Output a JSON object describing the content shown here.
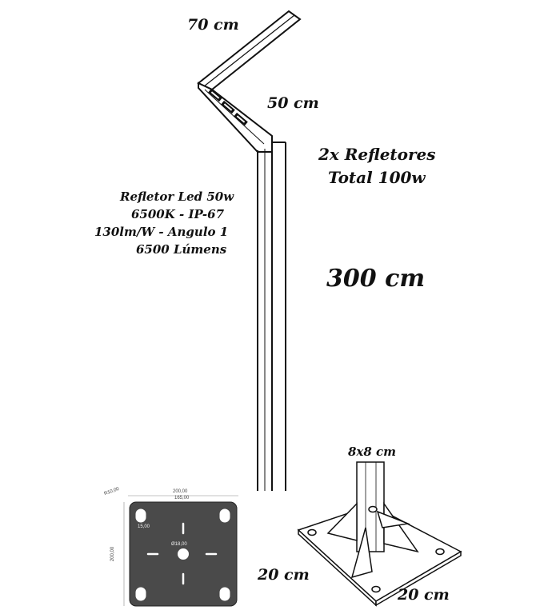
{
  "dimensions": {
    "arm_top": "70 cm",
    "arm_lower": "50 cm",
    "height": "300 cm",
    "tube": "8x8 cm",
    "base_width": "20 cm",
    "base_depth": "20 cm"
  },
  "reflectors": {
    "line1": "2x Refletores",
    "line2": "Total 100w"
  },
  "spec": {
    "line1": "Refletor Led 50w",
    "line2": "6500K - IP-67",
    "line3": "130lm/W -  Ângulo 1",
    "line4": "6500 Lúmens"
  },
  "plate_drawing": {
    "top_dim1": "200,00",
    "top_dim2": "165,00",
    "corner_dim": "R10,00",
    "left_dim": "200,00",
    "hole_dim": "15,00",
    "center_dim": "Ø18,00"
  }
}
